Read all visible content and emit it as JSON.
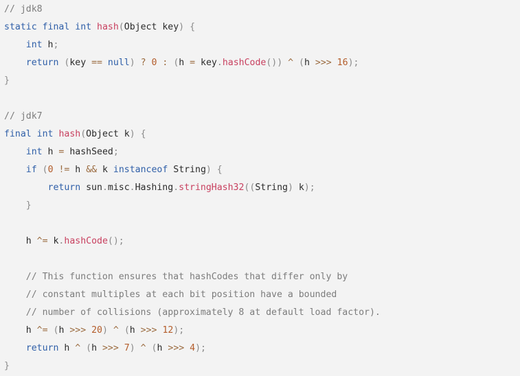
{
  "colors": {
    "background": "#f3f3f3",
    "plain": "#2b2b2b",
    "comment": "#7c7c7c",
    "keyword": "#2f5fa8",
    "function": "#c8405f",
    "number": "#b35c2a",
    "operator": "#9a6a3e",
    "punctuation": "#8a8a8a"
  },
  "code": {
    "language": "java",
    "lines": [
      {
        "tokens": [
          {
            "t": "comment",
            "v": "// jdk8"
          }
        ]
      },
      {
        "tokens": [
          {
            "t": "keyword",
            "v": "static"
          },
          {
            "t": "plain",
            "v": " "
          },
          {
            "t": "keyword",
            "v": "final"
          },
          {
            "t": "plain",
            "v": " "
          },
          {
            "t": "keyword",
            "v": "int"
          },
          {
            "t": "plain",
            "v": " "
          },
          {
            "t": "function",
            "v": "hash"
          },
          {
            "t": "punctuation",
            "v": "("
          },
          {
            "t": "plain",
            "v": "Object key"
          },
          {
            "t": "punctuation",
            "v": ")"
          },
          {
            "t": "plain",
            "v": " "
          },
          {
            "t": "punctuation",
            "v": "{"
          }
        ]
      },
      {
        "tokens": [
          {
            "t": "plain",
            "v": "    "
          },
          {
            "t": "keyword",
            "v": "int"
          },
          {
            "t": "plain",
            "v": " h"
          },
          {
            "t": "punctuation",
            "v": ";"
          }
        ]
      },
      {
        "tokens": [
          {
            "t": "plain",
            "v": "    "
          },
          {
            "t": "keyword",
            "v": "return"
          },
          {
            "t": "plain",
            "v": " "
          },
          {
            "t": "punctuation",
            "v": "("
          },
          {
            "t": "plain",
            "v": "key "
          },
          {
            "t": "operator",
            "v": "=="
          },
          {
            "t": "plain",
            "v": " "
          },
          {
            "t": "keyword",
            "v": "null"
          },
          {
            "t": "punctuation",
            "v": ")"
          },
          {
            "t": "plain",
            "v": " "
          },
          {
            "t": "operator",
            "v": "?"
          },
          {
            "t": "plain",
            "v": " "
          },
          {
            "t": "number",
            "v": "0"
          },
          {
            "t": "plain",
            "v": " "
          },
          {
            "t": "operator",
            "v": ":"
          },
          {
            "t": "plain",
            "v": " "
          },
          {
            "t": "punctuation",
            "v": "("
          },
          {
            "t": "plain",
            "v": "h "
          },
          {
            "t": "operator",
            "v": "="
          },
          {
            "t": "plain",
            "v": " key"
          },
          {
            "t": "punctuation",
            "v": "."
          },
          {
            "t": "function",
            "v": "hashCode"
          },
          {
            "t": "punctuation",
            "v": "())"
          },
          {
            "t": "plain",
            "v": " "
          },
          {
            "t": "operator",
            "v": "^"
          },
          {
            "t": "plain",
            "v": " "
          },
          {
            "t": "punctuation",
            "v": "("
          },
          {
            "t": "plain",
            "v": "h "
          },
          {
            "t": "operator",
            "v": ">>>"
          },
          {
            "t": "plain",
            "v": " "
          },
          {
            "t": "number",
            "v": "16"
          },
          {
            "t": "punctuation",
            "v": ");"
          }
        ]
      },
      {
        "tokens": [
          {
            "t": "punctuation",
            "v": "}"
          }
        ]
      },
      {
        "tokens": []
      },
      {
        "tokens": [
          {
            "t": "comment",
            "v": "// jdk7"
          }
        ]
      },
      {
        "tokens": [
          {
            "t": "keyword",
            "v": "final"
          },
          {
            "t": "plain",
            "v": " "
          },
          {
            "t": "keyword",
            "v": "int"
          },
          {
            "t": "plain",
            "v": " "
          },
          {
            "t": "function",
            "v": "hash"
          },
          {
            "t": "punctuation",
            "v": "("
          },
          {
            "t": "plain",
            "v": "Object k"
          },
          {
            "t": "punctuation",
            "v": ")"
          },
          {
            "t": "plain",
            "v": " "
          },
          {
            "t": "punctuation",
            "v": "{"
          }
        ]
      },
      {
        "tokens": [
          {
            "t": "plain",
            "v": "    "
          },
          {
            "t": "keyword",
            "v": "int"
          },
          {
            "t": "plain",
            "v": " h "
          },
          {
            "t": "operator",
            "v": "="
          },
          {
            "t": "plain",
            "v": " hashSeed"
          },
          {
            "t": "punctuation",
            "v": ";"
          }
        ]
      },
      {
        "tokens": [
          {
            "t": "plain",
            "v": "    "
          },
          {
            "t": "keyword",
            "v": "if"
          },
          {
            "t": "plain",
            "v": " "
          },
          {
            "t": "punctuation",
            "v": "("
          },
          {
            "t": "number",
            "v": "0"
          },
          {
            "t": "plain",
            "v": " "
          },
          {
            "t": "operator",
            "v": "!="
          },
          {
            "t": "plain",
            "v": " h "
          },
          {
            "t": "operator",
            "v": "&&"
          },
          {
            "t": "plain",
            "v": " k "
          },
          {
            "t": "keyword",
            "v": "instanceof"
          },
          {
            "t": "plain",
            "v": " String"
          },
          {
            "t": "punctuation",
            "v": ")"
          },
          {
            "t": "plain",
            "v": " "
          },
          {
            "t": "punctuation",
            "v": "{"
          }
        ]
      },
      {
        "tokens": [
          {
            "t": "plain",
            "v": "        "
          },
          {
            "t": "keyword",
            "v": "return"
          },
          {
            "t": "plain",
            "v": " sun"
          },
          {
            "t": "punctuation",
            "v": "."
          },
          {
            "t": "plain",
            "v": "misc"
          },
          {
            "t": "punctuation",
            "v": "."
          },
          {
            "t": "plain",
            "v": "Hashing"
          },
          {
            "t": "punctuation",
            "v": "."
          },
          {
            "t": "function",
            "v": "stringHash32"
          },
          {
            "t": "punctuation",
            "v": "(("
          },
          {
            "t": "plain",
            "v": "String"
          },
          {
            "t": "punctuation",
            "v": ")"
          },
          {
            "t": "plain",
            "v": " k"
          },
          {
            "t": "punctuation",
            "v": ");"
          }
        ]
      },
      {
        "tokens": [
          {
            "t": "plain",
            "v": "    "
          },
          {
            "t": "punctuation",
            "v": "}"
          }
        ]
      },
      {
        "tokens": []
      },
      {
        "tokens": [
          {
            "t": "plain",
            "v": "    h "
          },
          {
            "t": "operator",
            "v": "^="
          },
          {
            "t": "plain",
            "v": " k"
          },
          {
            "t": "punctuation",
            "v": "."
          },
          {
            "t": "function",
            "v": "hashCode"
          },
          {
            "t": "punctuation",
            "v": "();"
          }
        ]
      },
      {
        "tokens": []
      },
      {
        "tokens": [
          {
            "t": "plain",
            "v": "    "
          },
          {
            "t": "comment",
            "v": "// This function ensures that hashCodes that differ only by"
          }
        ]
      },
      {
        "tokens": [
          {
            "t": "plain",
            "v": "    "
          },
          {
            "t": "comment",
            "v": "// constant multiples at each bit position have a bounded"
          }
        ]
      },
      {
        "tokens": [
          {
            "t": "plain",
            "v": "    "
          },
          {
            "t": "comment",
            "v": "// number of collisions (approximately 8 at default load factor)."
          }
        ]
      },
      {
        "tokens": [
          {
            "t": "plain",
            "v": "    h "
          },
          {
            "t": "operator",
            "v": "^="
          },
          {
            "t": "plain",
            "v": " "
          },
          {
            "t": "punctuation",
            "v": "("
          },
          {
            "t": "plain",
            "v": "h "
          },
          {
            "t": "operator",
            "v": ">>>"
          },
          {
            "t": "plain",
            "v": " "
          },
          {
            "t": "number",
            "v": "20"
          },
          {
            "t": "punctuation",
            "v": ")"
          },
          {
            "t": "plain",
            "v": " "
          },
          {
            "t": "operator",
            "v": "^"
          },
          {
            "t": "plain",
            "v": " "
          },
          {
            "t": "punctuation",
            "v": "("
          },
          {
            "t": "plain",
            "v": "h "
          },
          {
            "t": "operator",
            "v": ">>>"
          },
          {
            "t": "plain",
            "v": " "
          },
          {
            "t": "number",
            "v": "12"
          },
          {
            "t": "punctuation",
            "v": ");"
          }
        ]
      },
      {
        "tokens": [
          {
            "t": "plain",
            "v": "    "
          },
          {
            "t": "keyword",
            "v": "return"
          },
          {
            "t": "plain",
            "v": " h "
          },
          {
            "t": "operator",
            "v": "^"
          },
          {
            "t": "plain",
            "v": " "
          },
          {
            "t": "punctuation",
            "v": "("
          },
          {
            "t": "plain",
            "v": "h "
          },
          {
            "t": "operator",
            "v": ">>>"
          },
          {
            "t": "plain",
            "v": " "
          },
          {
            "t": "number",
            "v": "7"
          },
          {
            "t": "punctuation",
            "v": ")"
          },
          {
            "t": "plain",
            "v": " "
          },
          {
            "t": "operator",
            "v": "^"
          },
          {
            "t": "plain",
            "v": " "
          },
          {
            "t": "punctuation",
            "v": "("
          },
          {
            "t": "plain",
            "v": "h "
          },
          {
            "t": "operator",
            "v": ">>>"
          },
          {
            "t": "plain",
            "v": " "
          },
          {
            "t": "number",
            "v": "4"
          },
          {
            "t": "punctuation",
            "v": ");"
          }
        ]
      },
      {
        "tokens": [
          {
            "t": "punctuation",
            "v": "}"
          }
        ]
      }
    ]
  }
}
